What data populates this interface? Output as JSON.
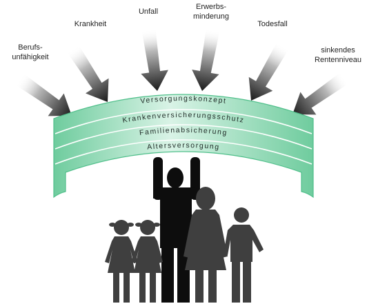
{
  "risks": [
    {
      "lines": [
        "Berufs-",
        "unfähigkeit"
      ]
    },
    {
      "lines": [
        "Krankheit"
      ]
    },
    {
      "lines": [
        "Unfall"
      ]
    },
    {
      "lines": [
        "Erwerbs-",
        "minderung"
      ]
    },
    {
      "lines": [
        "Todesfall"
      ]
    },
    {
      "lines": [
        "sinkendes",
        "Rentenniveau"
      ]
    }
  ],
  "bands": [
    "Versorgungskonzept",
    "Krankenversicherungsschutz",
    "Familienabsicherung",
    "Altersversorgung"
  ],
  "colors": {
    "band_fill": "#a9e0c3",
    "band_edge": "#4fbf8a",
    "silhouette": "#3f3f3f",
    "father": "#0d0d0d"
  }
}
